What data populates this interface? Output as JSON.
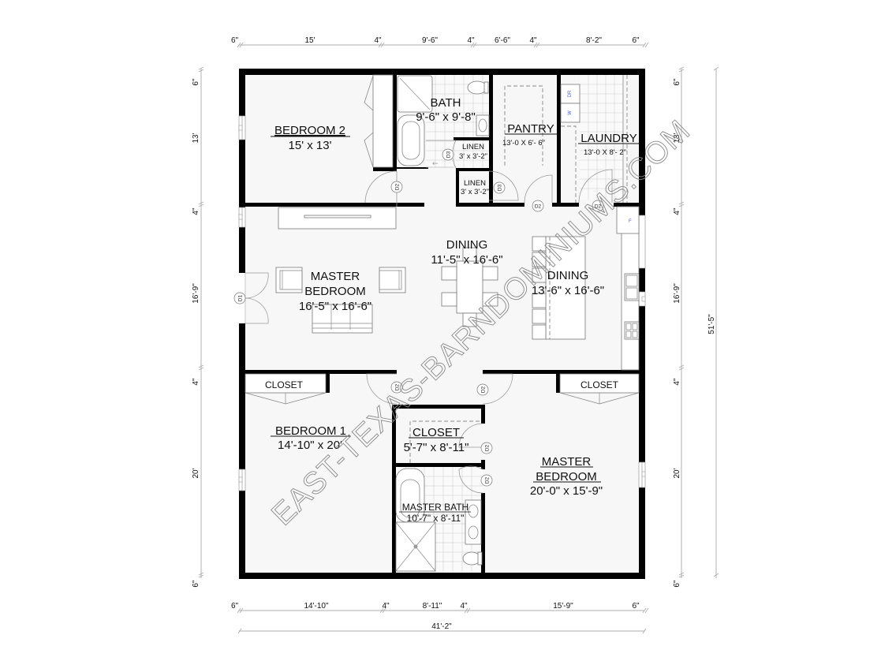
{
  "plan": {
    "watermark": "EAST-TEXAS-BARNDOMINIUMS.COM",
    "overall_width": "41'-2\"",
    "overall_depth": "51'-5\""
  },
  "dimensions": {
    "top": [
      "6\"",
      "15'",
      "4\"",
      "9'-6\"",
      "4\"",
      "6'-6\"",
      "4\"",
      "8'-2\"",
      "6\""
    ],
    "bottom": [
      "6\"",
      "14'-10\"",
      "4\"",
      "8'-11\"",
      "4\"",
      "15'-9\"",
      "6\""
    ],
    "left": [
      "6\"",
      "13'",
      "4\"",
      "16'-9\"",
      "4\"",
      "20'",
      "6\""
    ],
    "right": [
      "6\"",
      "13'",
      "4\"",
      "16'-9\"",
      "4\"",
      "20'",
      "6\""
    ]
  },
  "rooms": {
    "bedroom2": {
      "name": "BEDROOM 2",
      "size": "15' x 13'"
    },
    "bath": {
      "name": "BATH",
      "size": "9'-6\" x 9'-8\""
    },
    "linen1": {
      "name": "LINEN",
      "size": "3' x 3'-2\""
    },
    "linen2": {
      "name": "LINEN",
      "size": "3' x 3'-2\""
    },
    "pantry": {
      "name": "PANTRY",
      "size": "13'-0 X 6'- 6\""
    },
    "laundry": {
      "name": "LAUNDRY",
      "size": "13'-0 X 8'- 2\""
    },
    "master_bedroom_living": {
      "name_line1": "MASTER",
      "name_line2": "BEDROOM",
      "size": "16'-5\" x 16'-6\""
    },
    "dining1": {
      "name": "DINING",
      "size": "11'-5\" x 16'-6\""
    },
    "dining2": {
      "name": "DINING",
      "size": "13'-6\" x 16'-6\""
    },
    "closet_left": {
      "name": "CLOSET"
    },
    "closet_right": {
      "name": "CLOSET"
    },
    "bedroom1": {
      "name": "BEDROOM 1",
      "size": "14'-10\" x 20'"
    },
    "walkin_closet": {
      "name": "CLOSET",
      "size": "5'-7\" x 8'-11\""
    },
    "master_bath": {
      "name": "MASTER BATH",
      "size": "10'-7\" x 8'-11\""
    },
    "master_bedroom": {
      "name_line1": "MASTER",
      "name_line2": "BEDROOM",
      "size": "20'-0\" x 15'-9\""
    }
  },
  "door_tags": {
    "d1": "D1",
    "d2": "D2",
    "d3": "D3"
  },
  "appliances": {
    "dryer": "DR",
    "washer": "W",
    "fridge": "F"
  }
}
